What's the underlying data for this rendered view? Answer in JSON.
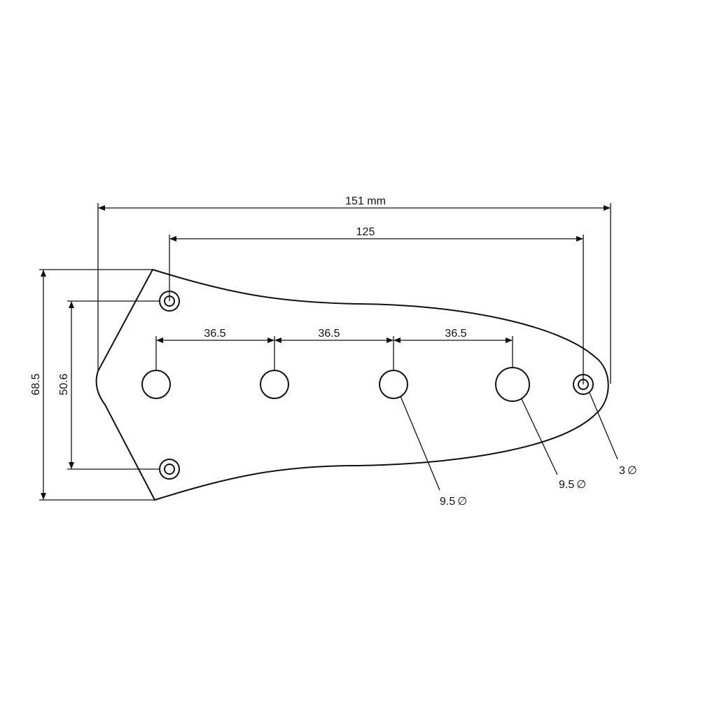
{
  "dimensions": {
    "overall_width": "151 mm",
    "screw_spacing": "125",
    "pot_spacing_1": "36.5",
    "pot_spacing_2": "36.5",
    "pot_spacing_3": "36.5",
    "overall_height": "68.5",
    "screw_vertical_spacing": "50.6"
  },
  "callouts": {
    "pot_hole_diameter_a": "9.5",
    "pot_hole_diameter_b": "9.5",
    "screw_hole_diameter": "3"
  },
  "diameter_symbol": "∅"
}
